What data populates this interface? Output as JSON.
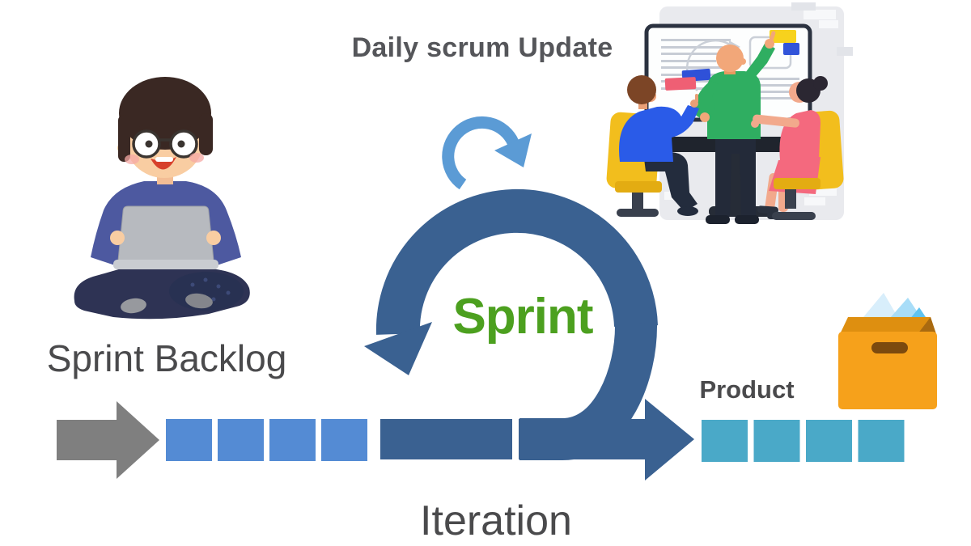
{
  "diagram": {
    "title": "Daily scrum Update",
    "labels": {
      "backlog": "Sprint Backlog",
      "loop": "Sprint",
      "product": "Product",
      "iteration": "Iteration"
    },
    "flow": {
      "backlog_squares": 4,
      "product_squares": 4
    },
    "icons": [
      "developer-with-laptop-illustration",
      "scrum-meeting-illustration",
      "sprint-loop-arrow-icon",
      "daily-scrum-loop-arrow-icon",
      "flow-arrow-icon",
      "product-box-icon"
    ],
    "colors": {
      "loop_primary": "#3A6191",
      "loop_secondary": "#5B9BD5",
      "backlog_square": "#548BD4",
      "product_square": "#4AA9C8",
      "arrow_gray": "#7F7F7F",
      "sprint_green": "#4CA01F",
      "text_gray": "#4A4A4C",
      "title_gray": "#55565A",
      "box_orange": "#F6A11B"
    }
  }
}
